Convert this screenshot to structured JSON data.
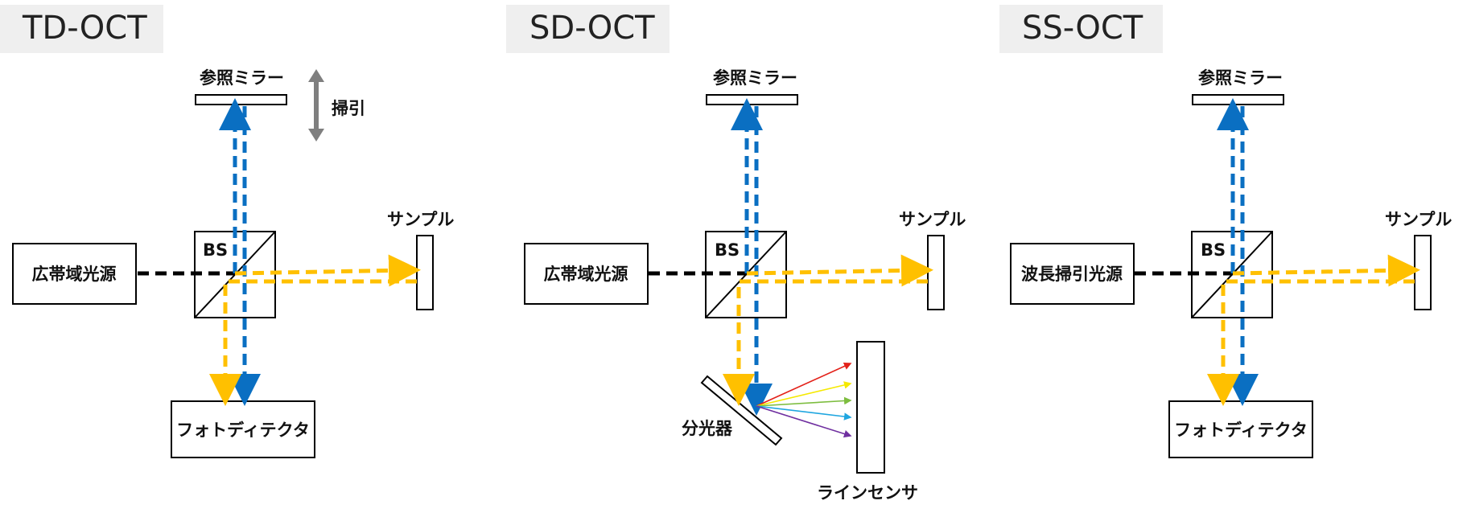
{
  "panels": {
    "td": {
      "title": "TD-OCT",
      "mirror_label": "参照ミラー",
      "sweep_label": "掃引",
      "sample_label": "サンプル",
      "source_label": "広帯域光源",
      "bs_label": "BS",
      "detector_label": "フォトディテクタ"
    },
    "sd": {
      "title": "SD-OCT",
      "mirror_label": "参照ミラー",
      "sample_label": "サンプル",
      "source_label": "広帯域光源",
      "bs_label": "BS",
      "grating_label": "分光器",
      "sensor_label": "ラインセンサ"
    },
    "ss": {
      "title": "SS-OCT",
      "mirror_label": "参照ミラー",
      "sample_label": "サンプル",
      "source_label": "波長掃引光源",
      "bs_label": "BS",
      "detector_label": "フォトディテクタ"
    }
  },
  "colors": {
    "reference_beam": "#0a6fc2",
    "sample_beam": "#ffc000",
    "source_beam": "#000000",
    "sweep_arrow": "#7f7f7f",
    "spectrum": [
      "#e32119",
      "#f5e900",
      "#7dbd3f",
      "#1fa6e0",
      "#7030a0"
    ]
  }
}
